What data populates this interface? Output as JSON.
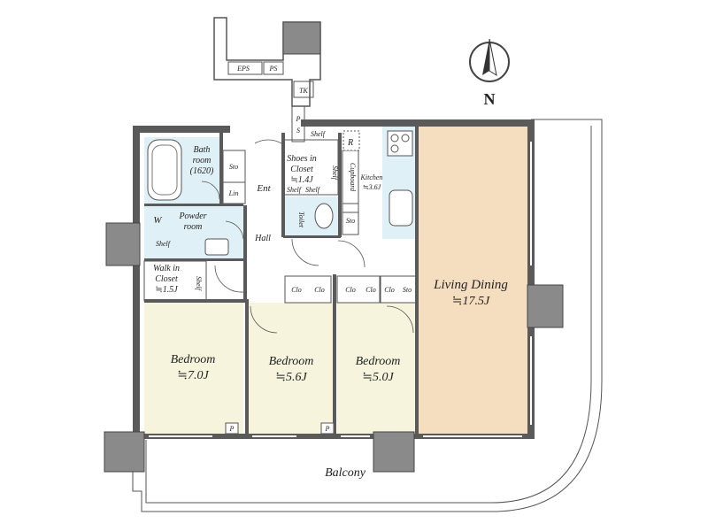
{
  "compass": {
    "letter": "N"
  },
  "colors": {
    "living": "#f5dec0",
    "bedroom": "#f6f4dc",
    "wet": "#dff0f6",
    "storage": "#ddd8c6",
    "hall": "#ffffff",
    "wall": "#5a5a5a",
    "pillar": "#8a8a8a"
  },
  "rooms": {
    "eps": "EPS",
    "ps_top": "PS",
    "tk": "TK",
    "ps_side_p": "P",
    "ps_side_s": "S",
    "bath": "Bath",
    "bath2": "room",
    "bath3": "(1620)",
    "sto_bath": "Sto",
    "lin": "Lin",
    "ent": "Ent",
    "shoes1": "Shoes in",
    "shoes2": "Closet",
    "shoes3": "≒1.4J",
    "shelf_a": "Shelf",
    "shelf_b": "Shelf",
    "shelf_c": "Shelf",
    "shelf_d": "Shelf",
    "r": "R",
    "cupboard": "Cupboard",
    "kitchen1": "Kitchen",
    "kitchen2": "≒3.6J",
    "toilet": "Toilet",
    "sto_toilet": "Sto",
    "w": "W",
    "powder1": "Powder",
    "powder2": "room",
    "hall": "Hall",
    "shelf_wic": "Shelf",
    "wic1": "Walk in",
    "wic2": "Closet",
    "wic3": "≒1.5J",
    "shelf_wic2": "Shelf",
    "clo1": "Clo",
    "clo2": "Clo",
    "clo3": "Clo",
    "clo4": "Clo",
    "clo5": "Clo",
    "sto_clo": "Sto",
    "living1": "Living Dining",
    "living2": "≒17.5J",
    "bed1a": "Bedroom",
    "bed1b": "≒7.0J",
    "bed2a": "Bedroom",
    "bed2b": "≒5.6J",
    "bed3a": "Bedroom",
    "bed3b": "≒5.0J",
    "p1": "P",
    "p2": "P",
    "balcony": "Balcony"
  }
}
